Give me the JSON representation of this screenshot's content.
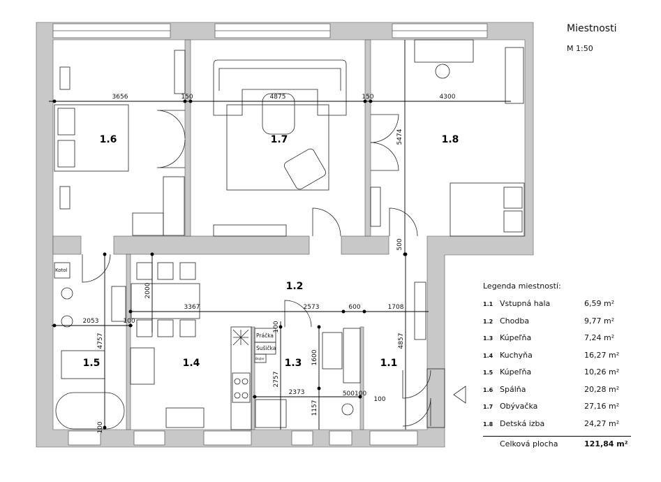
{
  "header": {
    "title": "Miestnosti",
    "scale": "M 1:50"
  },
  "rooms": {
    "r11": "1.1",
    "r12": "1.2",
    "r13": "1.3",
    "r14": "1.4",
    "r15": "1.5",
    "r16": "1.6",
    "r17": "1.7",
    "r18": "1.8"
  },
  "dimensions": {
    "d3656": "3656",
    "d150a": "150",
    "d4875": "4875",
    "d150b": "150",
    "d4300": "4300",
    "d5474": "5474",
    "d500": "500",
    "d2000": "2000",
    "d3367": "3367",
    "d2573": "2573",
    "d600": "600",
    "d1708": "1708",
    "d2053": "2053",
    "d100a": "100",
    "d4757": "4757",
    "d4857": "4857",
    "d1600": "1600",
    "d2757": "2757",
    "d100b": "100",
    "d2373": "2373",
    "d1157": "1157",
    "d500100": "500100",
    "d100c": "100",
    "d100d": "100"
  },
  "fixtures": {
    "kotol": "Kotol",
    "pracka": "Práčka",
    "susicka": "Sušička",
    "bojler": "Bojler"
  },
  "legend": {
    "title": "Legenda miestností:",
    "items": [
      {
        "id": "1.1",
        "name": "Vstupná hala",
        "area": "6,59 m²"
      },
      {
        "id": "1.2",
        "name": "Chodba",
        "area": "9,77 m²"
      },
      {
        "id": "1.3",
        "name": "Kúpeľňa",
        "area": "7,24 m²"
      },
      {
        "id": "1.4",
        "name": "Kuchyňa",
        "area": "16,27 m²"
      },
      {
        "id": "1.5",
        "name": "Kúpeľňa",
        "area": "10,26 m²"
      },
      {
        "id": "1.6",
        "name": "Spálňa",
        "area": "20,28 m²"
      },
      {
        "id": "1.7",
        "name": "Obývačka",
        "area": "27,16 m²"
      },
      {
        "id": "1.8",
        "name": "Detská izba",
        "area": "24,27 m²"
      }
    ],
    "total_label": "Celková plocha",
    "total_area": "121,84 m²"
  },
  "colors": {
    "wall": "#c8c8c8",
    "line": "#000000",
    "glass": "#ffffff"
  }
}
